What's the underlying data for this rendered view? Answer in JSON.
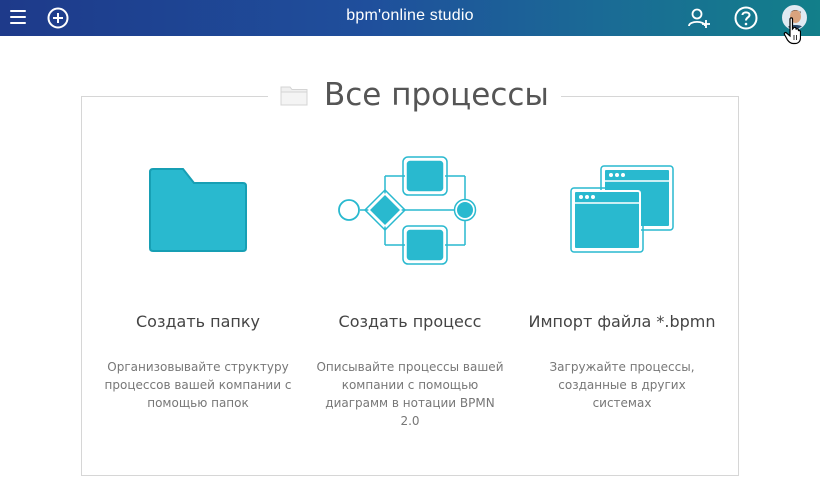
{
  "app": {
    "title": "bpm'online studio"
  },
  "page": {
    "heading": "Все процессы"
  },
  "cards": [
    {
      "title": "Создать папку",
      "desc": "Организовывайте структуру процессов вашей компании с помощью папок"
    },
    {
      "title": "Создать процесс",
      "desc": "Описывайте процессы вашей компании с помощью диаграмм в нотации BPMN 2.0"
    },
    {
      "title": "Импорт файла *.bpmn",
      "desc": "Загружайте процессы, созданные в других системах"
    }
  ],
  "colors": {
    "accent": "#29b9cf",
    "accent_dark": "#1296ab",
    "topbar_start": "#1e3a8a",
    "topbar_end": "#127f8a"
  },
  "icons": [
    "menu-icon",
    "add-circle-icon",
    "add-user-icon",
    "help-icon",
    "user-avatar",
    "folder-icon",
    "bpmn-diagram-icon",
    "import-windows-icon"
  ]
}
